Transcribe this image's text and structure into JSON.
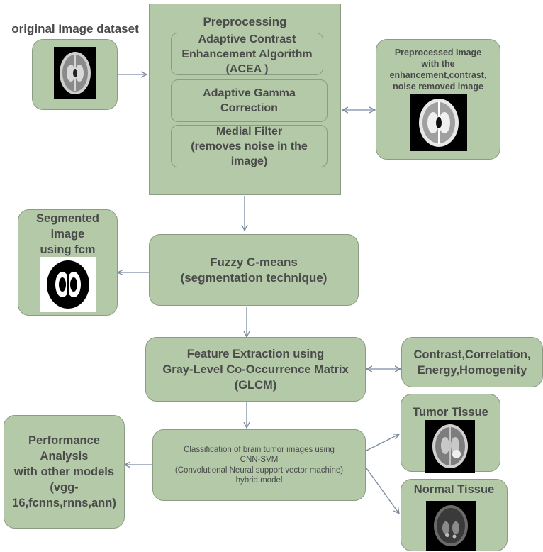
{
  "original": {
    "title": "original Image dataset"
  },
  "preprocessing": {
    "title": "Preprocessing",
    "steps": [
      "Adaptive Contrast\nEnhancement Algorithm\n(ACEA )",
      "Adaptive Gamma\nCorrection",
      "Medial Filter\n(removes noise in the\nimage)"
    ]
  },
  "preprocessed": {
    "title": "Preprocessed Image\nwith the\nenhancement,contrast,\nnoise removed image"
  },
  "fcm": {
    "text": "Fuzzy C-means\n(segmentation technique)"
  },
  "segmented": {
    "title": "Segmented\nimage\n using fcm"
  },
  "glcm": {
    "text": "Feature Extraction  using\nGray-Level Co-Occurrence Matrix\n(GLCM)"
  },
  "features": {
    "text": "Contrast,Correlation,\nEnergy,Homogenity"
  },
  "classification": {
    "text": "Classification of  brain tumor images using\nCNN-SVM\n(Convolutional Neural support vector machine)\nhybrid model"
  },
  "performance": {
    "text": "Performance\nAnalysis\nwith other models\n(vgg-\n16,fcnns,rnns,ann)"
  },
  "tumor": {
    "title": "Tumor Tissue"
  },
  "normal": {
    "title": "Normal Tissue"
  },
  "colors": {
    "box_fill": "#b3c9a7",
    "box_border": "#8a9c82",
    "arrow": "#7a8aa0",
    "text": "#4a4a4a"
  }
}
